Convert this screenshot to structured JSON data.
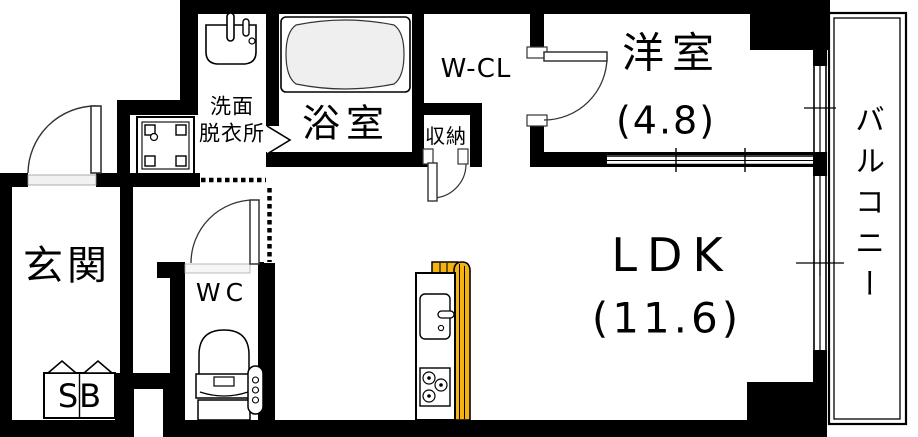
{
  "floorplan": {
    "type": "japanese-apartment-floor-plan",
    "rooms": {
      "entrance": {
        "label": "玄関"
      },
      "shoe_box": {
        "label": "SB"
      },
      "wc": {
        "label": "WC"
      },
      "washroom": {
        "label_line1": "洗面",
        "label_line2": "脱衣所"
      },
      "bathroom": {
        "label": "浴室"
      },
      "storage": {
        "label": "収納"
      },
      "walk_in_closet": {
        "label": "W-CL"
      },
      "western_room": {
        "label": "洋室",
        "area_tatami": "(4.8)"
      },
      "ldk": {
        "label": "LDK",
        "area_tatami": "(11.6)"
      },
      "balcony": {
        "label": "バルコニー"
      }
    },
    "colors": {
      "wall": "#000000",
      "floor": "#ffffff",
      "kitchen_counter_accent": "#f5b311",
      "bathtub_fill": "#efefef"
    }
  }
}
